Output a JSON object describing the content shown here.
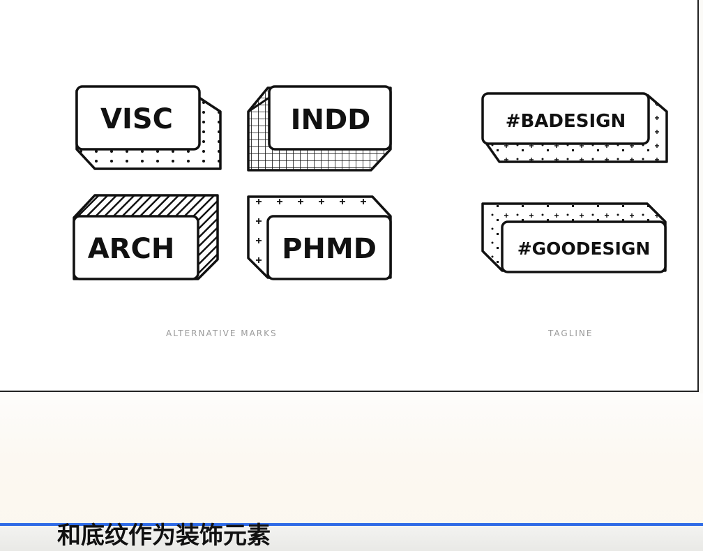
{
  "marks": {
    "visc": "VISC",
    "indd": "INDD",
    "arch": "ARCH",
    "phmd": "PHMD"
  },
  "tagline": {
    "bad": "#BADESIGN",
    "good": "#GOODESIGN"
  },
  "captions": {
    "alternative_marks": "ALTERNATIVE MARKS",
    "tagline": "TAGLINE"
  },
  "subtitle": "和底纹作为装饰元素",
  "colors": {
    "ink": "#111111",
    "caption": "#9a9a9a",
    "subtitle_line": "#2f6be6"
  }
}
